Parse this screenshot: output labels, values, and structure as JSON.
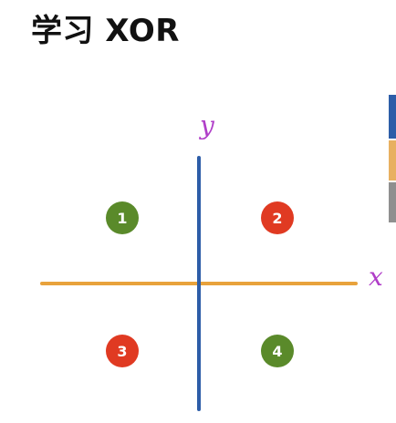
{
  "title": "学习 XOR",
  "axes": {
    "x_label": "x",
    "y_label": "y",
    "x_color": "#e8a23c",
    "y_color": "#2d5da8",
    "label_color": "#b03ec8"
  },
  "quadrants": [
    {
      "label": "1",
      "color": "#5a8a2a"
    },
    {
      "label": "2",
      "color": "#e03a22"
    },
    {
      "label": "3",
      "color": "#e03a22"
    },
    {
      "label": "4",
      "color": "#5a8a2a"
    }
  ],
  "legend_swatches": [
    {
      "color": "#2d5da8"
    },
    {
      "color": "#e8b060"
    },
    {
      "color": "#8f8f8f"
    }
  ]
}
